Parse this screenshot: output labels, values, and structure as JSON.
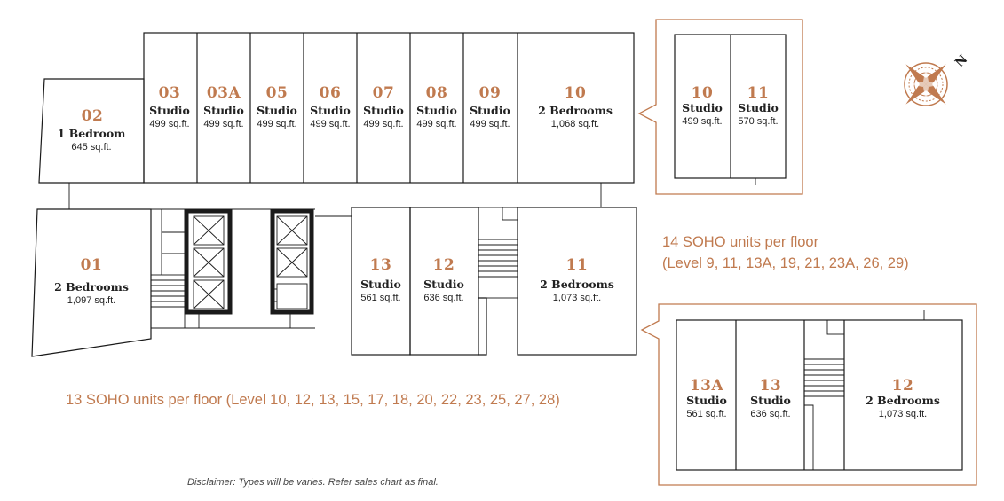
{
  "colors": {
    "accent": "#c07a4f",
    "line": "#1a1a1a",
    "text": "#222222"
  },
  "units": [
    {
      "id": "u02",
      "number": "02",
      "type": "1 Bedroom",
      "area": "645 sq.ft."
    },
    {
      "id": "u03",
      "number": "03",
      "type": "Studio",
      "area": "499 sq.ft."
    },
    {
      "id": "u03a",
      "number": "03A",
      "type": "Studio",
      "area": "499 sq.ft."
    },
    {
      "id": "u05",
      "number": "05",
      "type": "Studio",
      "area": "499 sq.ft."
    },
    {
      "id": "u06",
      "number": "06",
      "type": "Studio",
      "area": "499 sq.ft."
    },
    {
      "id": "u07",
      "number": "07",
      "type": "Studio",
      "area": "499 sq.ft."
    },
    {
      "id": "u08",
      "number": "08",
      "type": "Studio",
      "area": "499 sq.ft."
    },
    {
      "id": "u09",
      "number": "09",
      "type": "Studio",
      "area": "499 sq.ft."
    },
    {
      "id": "u10",
      "number": "10",
      "type": "2 Bedrooms",
      "area": "1,068 sq.ft."
    },
    {
      "id": "u01",
      "number": "01",
      "type": "2 Bedrooms",
      "area": "1,097 sq.ft."
    },
    {
      "id": "u13",
      "number": "13",
      "type": "Studio",
      "area": "561 sq.ft."
    },
    {
      "id": "u12",
      "number": "12",
      "type": "Studio",
      "area": "636 sq.ft."
    },
    {
      "id": "u11",
      "number": "11",
      "type": "2 Bedrooms",
      "area": "1,073 sq.ft."
    }
  ],
  "insets": {
    "top": [
      {
        "id": "t10",
        "number": "10",
        "type": "Studio",
        "area": "499 sq.ft."
      },
      {
        "id": "t11",
        "number": "11",
        "type": "Studio",
        "area": "570 sq.ft."
      }
    ],
    "bottom": [
      {
        "id": "b13a",
        "number": "13A",
        "type": "Studio",
        "area": "561 sq.ft."
      },
      {
        "id": "b13",
        "number": "13",
        "type": "Studio",
        "area": "636 sq.ft."
      },
      {
        "id": "b12",
        "number": "12",
        "type": "2 Bedrooms",
        "area": "1,073 sq.ft."
      }
    ]
  },
  "captions": {
    "soho14_line1": "14 SOHO units per floor",
    "soho14_line2": "(Level 9, 11, 13A, 19, 21, 23A, 26, 29)",
    "soho13": "13 SOHO units per floor (Level 10, 12, 13, 15, 17, 18, 20, 22, 23, 25, 27, 28)"
  },
  "disclaimer": "Disclaimer: Types will be varies. Refer sales chart as final.",
  "compass": {
    "north_label": "N"
  }
}
